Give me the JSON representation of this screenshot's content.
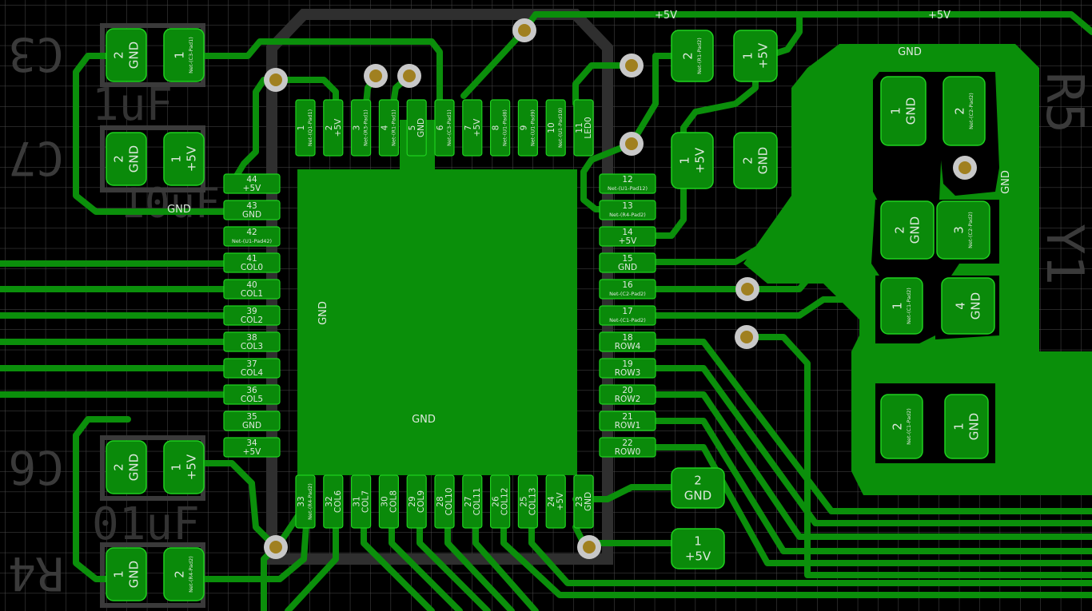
{
  "colors": {
    "background": "#000000",
    "grid": "#4a4a4a",
    "copper": "#0b8f0b",
    "pad": "#0a8a0a",
    "pad_outline": "#1fd11f",
    "zone": "#0a8f0a",
    "via_ring": "#c8c8c8",
    "via_hole": "#a08020",
    "silkscreen": "#3a3a3a",
    "courtyard": "#5a5a5a",
    "label": "#dde8dd"
  },
  "chip": {
    "left": [
      {
        "num": "44",
        "net": "+5V"
      },
      {
        "num": "43",
        "net": "GND"
      },
      {
        "num": "42",
        "net": "Net-(U1-Pad42)"
      },
      {
        "num": "41",
        "net": "COL0"
      },
      {
        "num": "40",
        "net": "COL1"
      },
      {
        "num": "39",
        "net": "COL2"
      },
      {
        "num": "38",
        "net": "COL3"
      },
      {
        "num": "37",
        "net": "COL4"
      },
      {
        "num": "36",
        "net": "COL5"
      },
      {
        "num": "35",
        "net": "GND"
      },
      {
        "num": "34",
        "net": "+5V"
      }
    ],
    "right": [
      {
        "num": "12",
        "net": "Net-(U1-Pad12)"
      },
      {
        "num": "13",
        "net": "Net-(R4-Pad2)"
      },
      {
        "num": "14",
        "net": "+5V"
      },
      {
        "num": "15",
        "net": "GND"
      },
      {
        "num": "16",
        "net": "Net-(C2-Pad2)"
      },
      {
        "num": "17",
        "net": "Net-(C1-Pad2)"
      },
      {
        "num": "18",
        "net": "ROW4"
      },
      {
        "num": "19",
        "net": "ROW3"
      },
      {
        "num": "20",
        "net": "ROW2"
      },
      {
        "num": "21",
        "net": "ROW1"
      },
      {
        "num": "22",
        "net": "ROW0"
      }
    ],
    "top": [
      {
        "num": "1",
        "net": "Net-(Q1-Pad1)"
      },
      {
        "num": "2",
        "net": "+5V"
      },
      {
        "num": "3",
        "net": "Net-(R3-Pad1)"
      },
      {
        "num": "4",
        "net": "Net-(R1-Pad1)"
      },
      {
        "num": "5",
        "net": "GND"
      },
      {
        "num": "6",
        "net": "Net-(C3-Pad1)"
      },
      {
        "num": "7",
        "net": "+5V"
      },
      {
        "num": "8",
        "net": "Net-(U1-Pad8)"
      },
      {
        "num": "9",
        "net": "Net-(U1-Pad9)"
      },
      {
        "num": "10",
        "net": "Net-(U1-Pad10)"
      },
      {
        "num": "11",
        "net": "LED0"
      }
    ],
    "bottom": [
      {
        "num": "33",
        "net": "Net-(R4-Pad2)"
      },
      {
        "num": "32",
        "net": "COL6"
      },
      {
        "num": "31",
        "net": "COL7"
      },
      {
        "num": "30",
        "net": "COL8"
      },
      {
        "num": "29",
        "net": "COL9"
      },
      {
        "num": "28",
        "net": "COL10"
      },
      {
        "num": "27",
        "net": "COL11"
      },
      {
        "num": "26",
        "net": "COL12"
      },
      {
        "num": "25",
        "net": "COL13"
      },
      {
        "num": "24",
        "net": "+5V"
      },
      {
        "num": "23",
        "net": "GND"
      }
    ],
    "center_labels": [
      "GND",
      "GND"
    ]
  },
  "small_pads": [
    {
      "id": "c3-2",
      "num": "2",
      "net": "GND",
      "big": true
    },
    {
      "id": "c3-1",
      "num": "1",
      "net": "Net-(C3-Pad1)",
      "big": false
    },
    {
      "id": "c7-2",
      "num": "2",
      "net": "GND",
      "big": true
    },
    {
      "id": "c7-1",
      "num": "1",
      "net": "+5V",
      "big": true
    },
    {
      "id": "c6-2",
      "num": "2",
      "net": "GND",
      "big": true
    },
    {
      "id": "c6-1",
      "num": "1",
      "net": "+5V",
      "big": true
    },
    {
      "id": "r4-1",
      "num": "1",
      "net": "GND",
      "big": true
    },
    {
      "id": "r4-2",
      "num": "2",
      "net": "Net-(R4-Pad2)",
      "big": false
    },
    {
      "id": "r1-2",
      "num": "2",
      "net": "Net-(R1-Pad2)",
      "big": false
    },
    {
      "id": "r1-1",
      "num": "1",
      "net": "+5V",
      "big": true
    },
    {
      "id": "c4-1",
      "num": "1",
      "net": "+5V",
      "big": true
    },
    {
      "id": "c4-2",
      "num": "2",
      "net": "GND",
      "big": true
    },
    {
      "id": "y1-1",
      "num": "1",
      "net": "GND",
      "big": true
    },
    {
      "id": "y1-2",
      "num": "2",
      "net": "Net-(C2-Pad2)",
      "big": false
    },
    {
      "id": "y1-g",
      "num": "2",
      "net": "GND",
      "big": true
    },
    {
      "id": "y1-3",
      "num": "3",
      "net": "Net-(C2-Pad2)",
      "big": false
    },
    {
      "id": "c1-1",
      "num": "1",
      "net": "Net-(C1-Pad2)",
      "big": false
    },
    {
      "id": "y1-4",
      "num": "4",
      "net": "GND",
      "big": true
    },
    {
      "id": "c1-2",
      "num": "2",
      "net": "Net-(C1-Pad2)",
      "big": false
    },
    {
      "id": "c2-1",
      "num": "1",
      "net": "GND",
      "big": true
    },
    {
      "id": "c5-2",
      "num": "2",
      "net": "GND",
      "big": true
    },
    {
      "id": "c5-1",
      "num": "1",
      "net": "+5V",
      "big": true
    }
  ],
  "net_labels": {
    "gnd_left": "GND",
    "gnd_zone_top": "GND",
    "gnd_zone_right": "GND",
    "plus5v_a": "+5V",
    "plus5v_b": "+5V"
  },
  "silkscreen": {
    "c3": "C3",
    "c3_val": "1uF",
    "c7": "C7",
    "c7_val": "10uF",
    "c6": "C6",
    "c6_val": "01uF",
    "r4": "R4",
    "r5": "R5",
    "y1": "Y1"
  }
}
